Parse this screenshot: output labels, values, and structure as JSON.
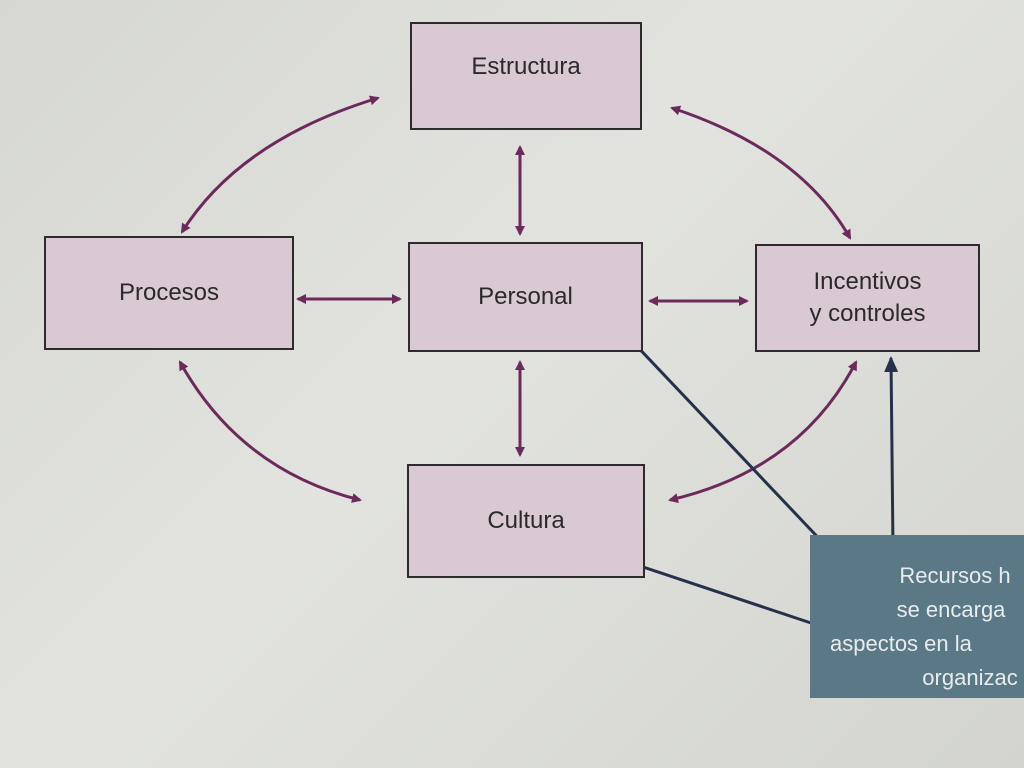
{
  "nodes": {
    "estructura": "Estructura",
    "procesos": "Procesos",
    "personal": "Personal",
    "incentivos_line1": "Incentivos",
    "incentivos_line2": "y controles",
    "cultura": "Cultura"
  },
  "callout": {
    "lines": [
      "Recursos h",
      "se encarga",
      "aspectos en la",
      "organizac"
    ]
  },
  "colors": {
    "arrow": "#6b2a5c",
    "box_fill": "#d9c9d3",
    "callout": "#5b7886",
    "pointer": "#25304a"
  }
}
